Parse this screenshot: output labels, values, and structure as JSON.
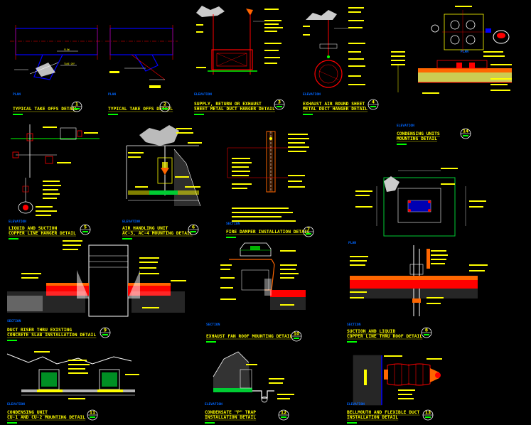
{
  "colors": {
    "background": "#000000",
    "title": "#ffff00",
    "view_label": "#0066ff",
    "duct": "#0000ff",
    "hanger": "#ff0000",
    "concrete": "#ffff66",
    "insulation": "#ff6600",
    "roof": "#ff0000",
    "leader": "#ffffff",
    "gravel": "#dddddd",
    "green_slab": "#00cc33",
    "marker": "#00ff00"
  },
  "details": [
    {
      "id": "d1",
      "title_lines": [
        "TYPICAL TAKE OFFS DETAIL"
      ],
      "view_label": "PLAN",
      "number": "1"
    },
    {
      "id": "d2",
      "title_lines": [
        "TYPICAL TAKE OFFS DETAIL"
      ],
      "view_label": "PLAN",
      "number": "2"
    },
    {
      "id": "d3",
      "title_lines": [
        "SUPPLY, RETURN OR EXHAUST",
        "SHEET METAL DUCT HANGER DETAIL"
      ],
      "view_label": "ELEVATION",
      "number": "3"
    },
    {
      "id": "d4",
      "title_lines": [
        "EXHAUST AIR ROUND SHEET",
        "METAL DUCT HANGER DETAIL"
      ],
      "view_label": "ELEVATION",
      "number": "4"
    },
    {
      "id": "d5",
      "title_lines": [
        "CONDENSING UNITS",
        "MOUNTING DETAIL"
      ],
      "view_label": "ELEVATION",
      "number": "14",
      "plan_label": "PLAN"
    },
    {
      "id": "d6",
      "title_lines": [
        "LIQUID AND SUCTION",
        "COPPER LINE HANGER DETAIL"
      ],
      "view_label": "ELEVATION",
      "number": "5"
    },
    {
      "id": "d7",
      "title_lines": [
        "AIR HANDLING UNIT",
        "AC-3, AC-4 MOUNTING DETAIL"
      ],
      "view_label": "ELEVATION",
      "number": "6"
    },
    {
      "id": "d8",
      "title_lines": [
        "FIRE DAMPER INSTALLATION DETAIL"
      ],
      "view_label": "SECTION",
      "number": "7"
    },
    {
      "id": "d9",
      "title_lines": [],
      "view_label": "PLAN",
      "number": ""
    },
    {
      "id": "d10",
      "title_lines": [
        "DUCT RISER THRU EXISTING",
        "CONCRETE SLAB INSTALLATION DETAIL"
      ],
      "view_label": "SECTION",
      "number": "9"
    },
    {
      "id": "d11",
      "title_lines": [
        "EXHAUST FAN ROOF MOUNTING DETAIL"
      ],
      "view_label": "SECTION",
      "number": "10"
    },
    {
      "id": "d12",
      "title_lines": [
        "SUCTION AND LIQUID",
        "COPPER LINE THRU ROOF DETAIL"
      ],
      "view_label": "SECTION",
      "number": "8"
    },
    {
      "id": "d13",
      "title_lines": [
        "CONDENSING UNIT",
        "CU-1 AND CU-2 MOUNTING DETAIL"
      ],
      "view_label": "ELEVATION",
      "number": "11"
    },
    {
      "id": "d14",
      "title_lines": [
        "CONDENSATE \"P\" TRAP",
        "INSTALLATION DETAIL"
      ],
      "view_label": "ELEVATION",
      "number": "12"
    },
    {
      "id": "d15",
      "title_lines": [
        "BELLMOUTH AND FLEXIBLE DUCT",
        "INSTALLATION DETAIL"
      ],
      "view_label": "ELEVATION",
      "number": "13"
    }
  ]
}
